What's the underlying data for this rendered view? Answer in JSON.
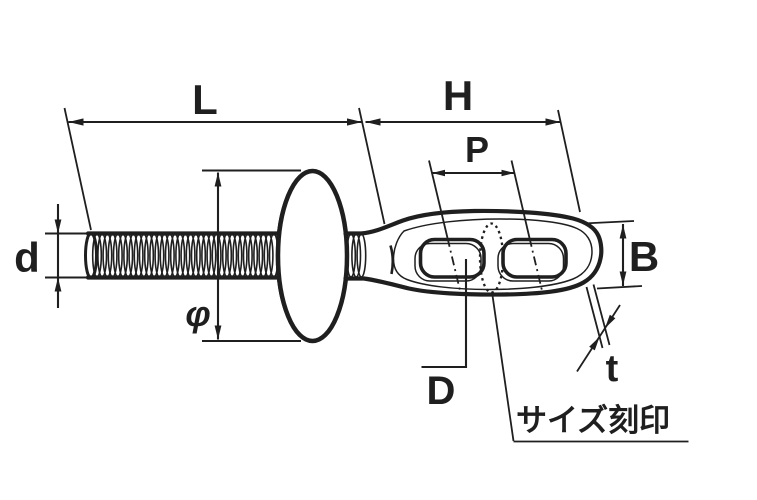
{
  "diagram": {
    "background": "#ffffff",
    "ink_color": "#1f1f1f",
    "labels": {
      "overall_length": "L",
      "head_length": "H",
      "hole_pitch": "P",
      "thread_diameter": "d",
      "flange_diameter": "φ",
      "head_width": "B",
      "hole_diameter": "D",
      "head_thickness": "t",
      "size_stamp_note": "サイズ刻印"
    }
  }
}
